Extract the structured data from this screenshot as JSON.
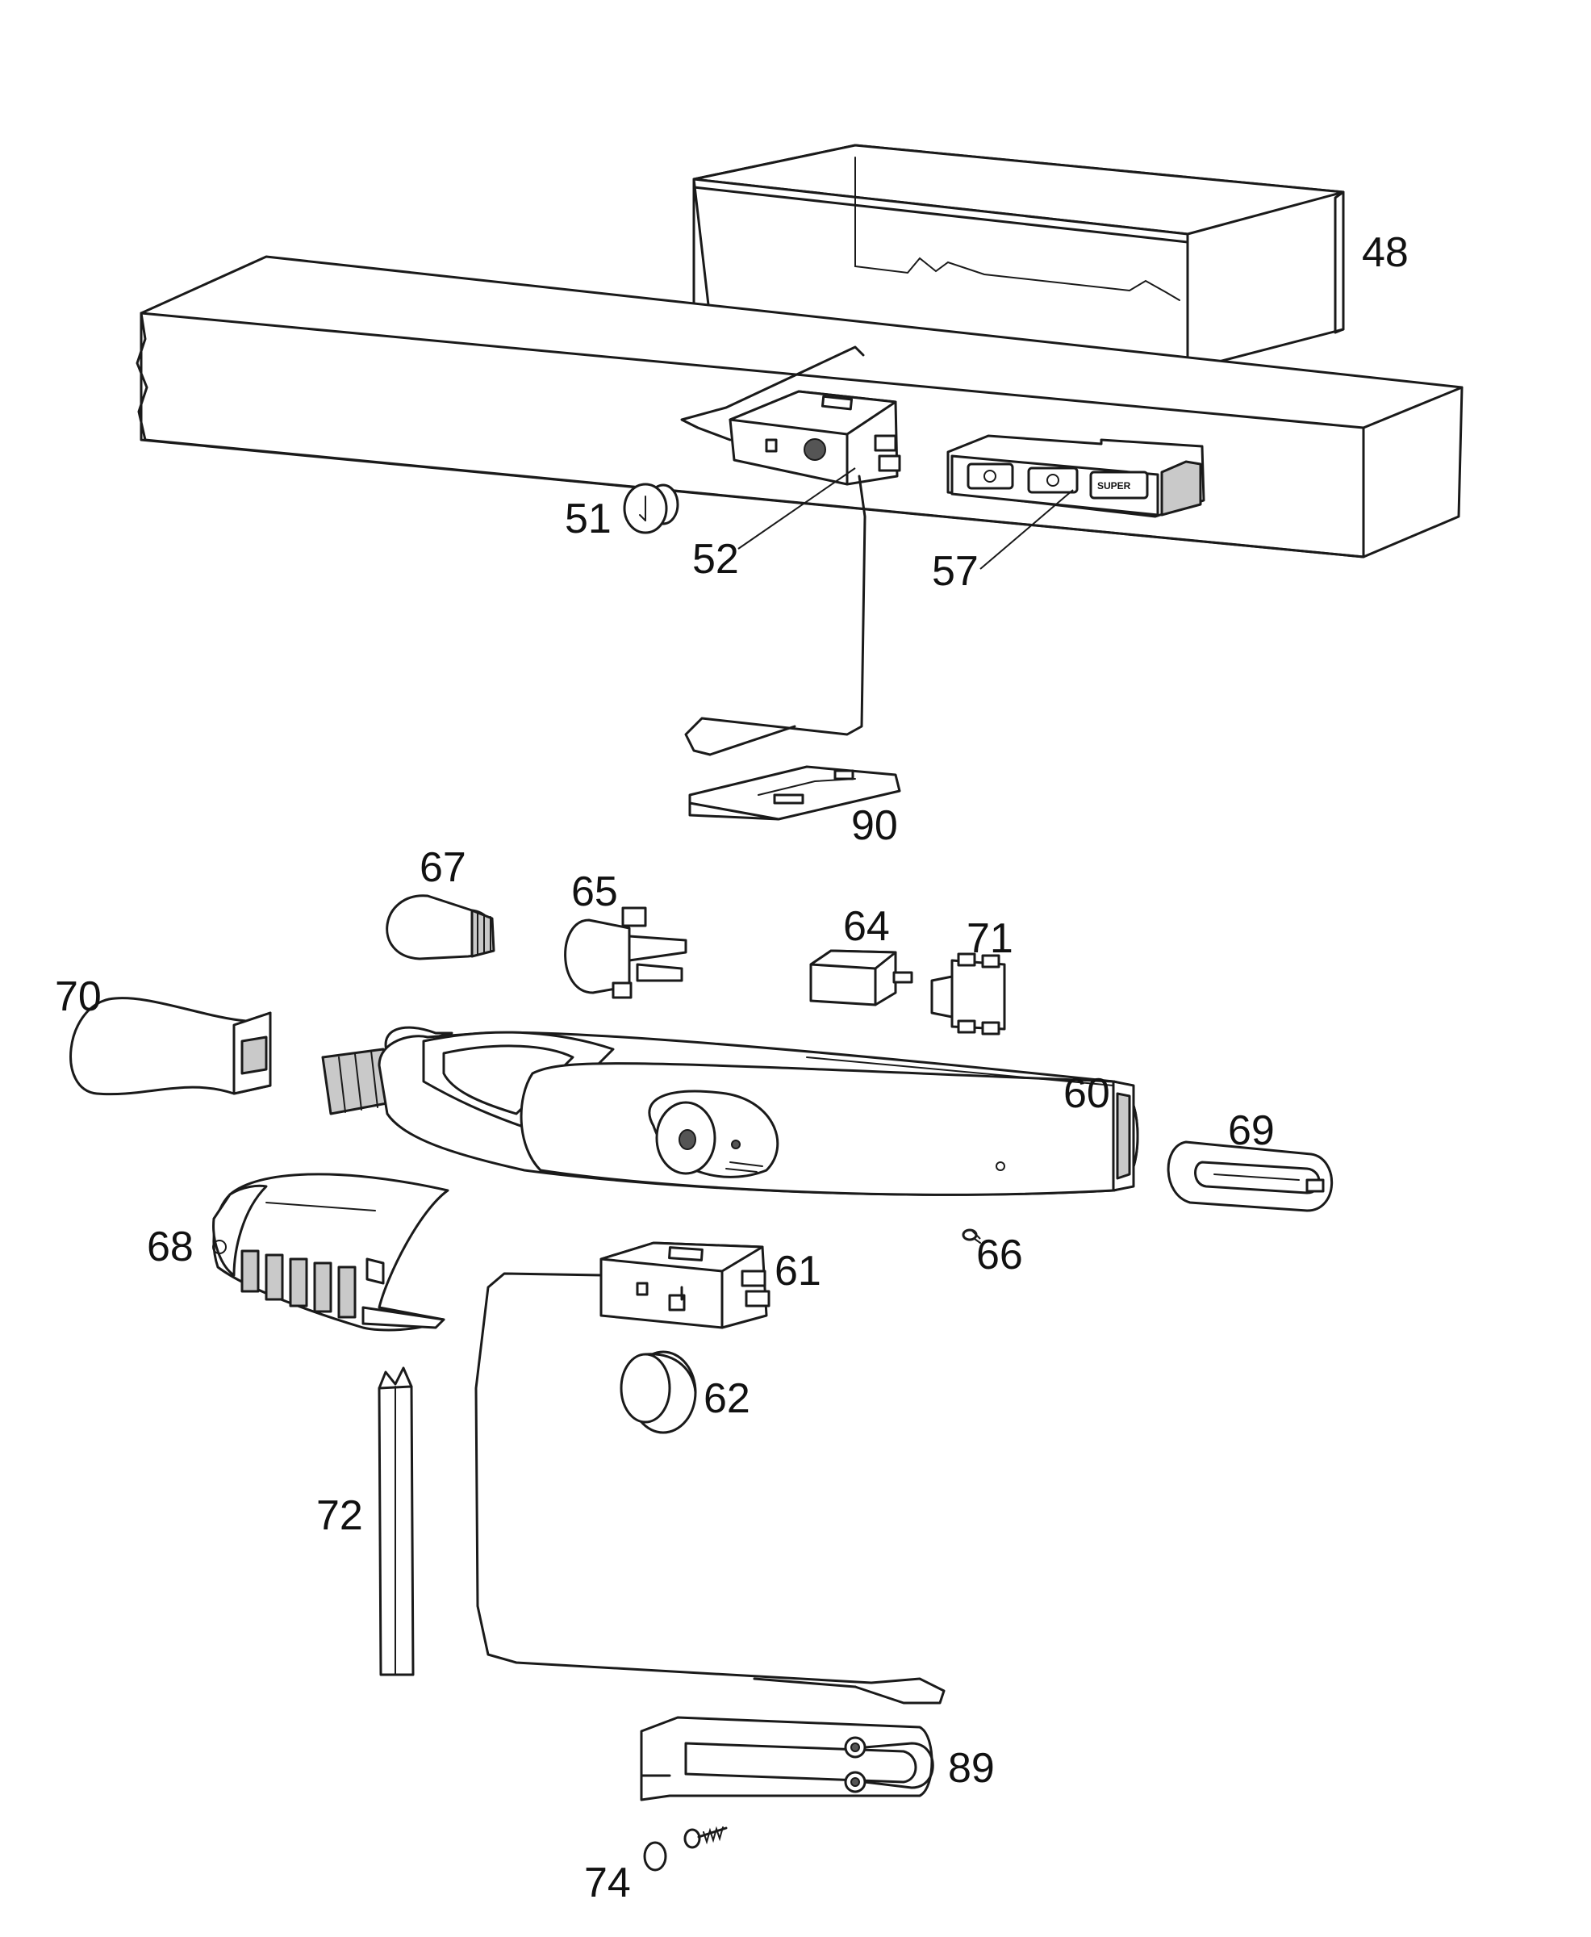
{
  "diagram": {
    "labels": {
      "p48": "48",
      "p51": "51",
      "p52": "52",
      "p57": "57",
      "p90": "90",
      "p67": "67",
      "p65": "65",
      "p64": "64",
      "p71": "71",
      "p70": "70",
      "p60": "60",
      "p69": "69",
      "p68": "68",
      "p66": "66",
      "p61": "61",
      "p62": "62",
      "p72": "72",
      "p89": "89",
      "p74": "74"
    },
    "panel_button_text": "SUPER"
  }
}
